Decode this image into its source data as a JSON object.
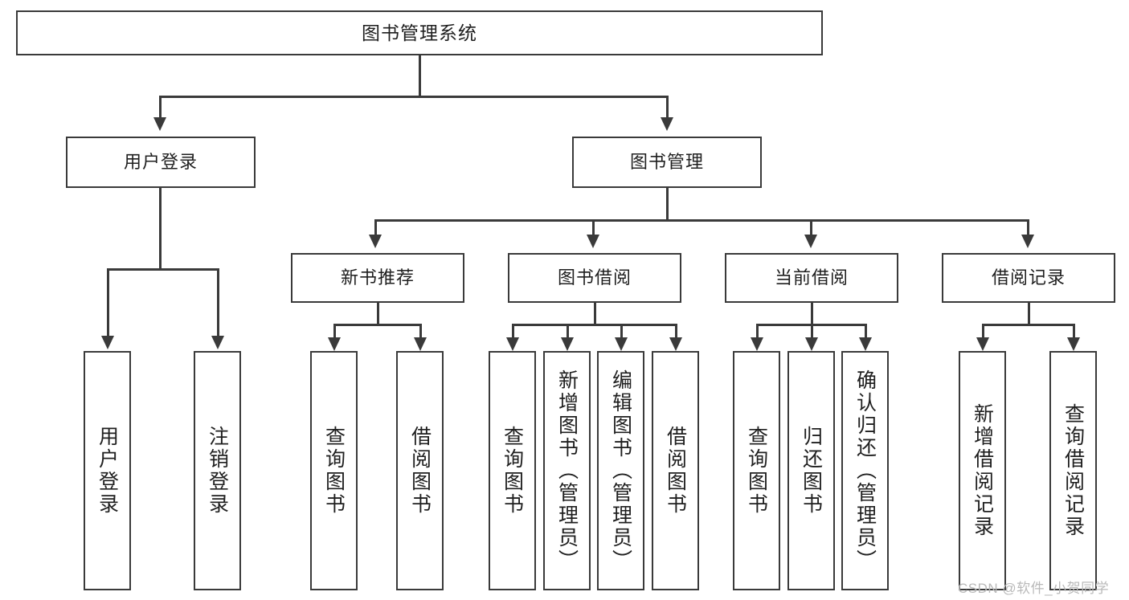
{
  "diagram": {
    "title": "图书管理系统",
    "type": "hierarchy-tree",
    "levels": 4
  },
  "nodes": {
    "root": {
      "label": "图书管理系统"
    },
    "level2": [
      {
        "label": "用户登录"
      },
      {
        "label": "图书管理"
      }
    ],
    "level3": [
      {
        "label": "新书推荐"
      },
      {
        "label": "图书借阅"
      },
      {
        "label": "当前借阅"
      },
      {
        "label": "借阅记录"
      }
    ],
    "leaves_user_login": [
      {
        "label": "用户登录"
      },
      {
        "label": "注销登录"
      }
    ],
    "leaves_new_book": [
      {
        "label": "查询图书"
      },
      {
        "label": "借阅图书"
      }
    ],
    "leaves_book_borrow": [
      {
        "label": "查询图书"
      },
      {
        "label": "新增图书（管理员）"
      },
      {
        "label": "编辑图书（管理员）"
      },
      {
        "label": "借阅图书"
      }
    ],
    "leaves_current_borrow": [
      {
        "label": "查询图书"
      },
      {
        "label": "归还图书"
      },
      {
        "label": "确认归还（管理员）"
      }
    ],
    "leaves_borrow_record": [
      {
        "label": "新增借阅记录"
      },
      {
        "label": "查询借阅记录"
      }
    ]
  },
  "watermark": {
    "text": "CSDN @软件_小贺同学"
  },
  "colors": {
    "stroke": "#3a3a3a",
    "text": "#1f1f1f",
    "background": "#ffffff",
    "watermark": "#b9b9b9"
  }
}
